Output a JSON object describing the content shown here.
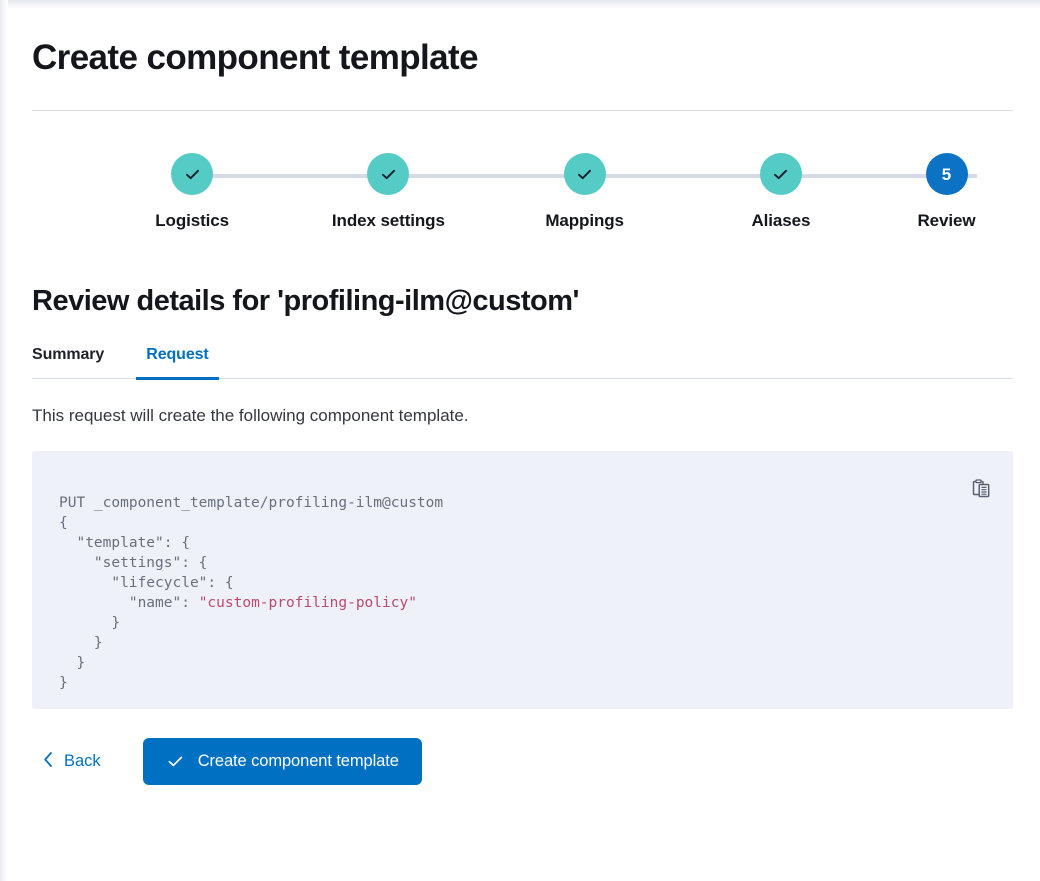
{
  "page": {
    "title": "Create component template",
    "section_title": "Review details for 'profiling-ilm@custom'",
    "description": "This request will create the following component template."
  },
  "stepper": {
    "steps": [
      {
        "label": "Logistics",
        "number": "1",
        "state": "complete",
        "icon": "check-icon"
      },
      {
        "label": "Index settings",
        "number": "2",
        "state": "complete",
        "icon": "check-icon"
      },
      {
        "label": "Mappings",
        "number": "3",
        "state": "complete",
        "icon": "check-icon"
      },
      {
        "label": "Aliases",
        "number": "4",
        "state": "complete",
        "icon": "check-icon"
      },
      {
        "label": "Review",
        "number": "5",
        "state": "current",
        "icon": ""
      }
    ]
  },
  "tabs": [
    {
      "label": "Summary",
      "active": false
    },
    {
      "label": "Request",
      "active": true
    }
  ],
  "code": {
    "method_line": "PUT _component_template/profiling-ilm@custom",
    "lines": [
      {
        "text": "PUT _component_template/profiling-ilm@custom"
      },
      {
        "text": "{"
      },
      {
        "text": "  \"template\": {"
      },
      {
        "text": "    \"settings\": {"
      },
      {
        "text": "      \"lifecycle\": {"
      },
      {
        "text": "        \"name\": ",
        "value": "\"custom-profiling-policy\""
      },
      {
        "text": "      }"
      },
      {
        "text": "    }"
      },
      {
        "text": "  }"
      },
      {
        "text": "}"
      }
    ],
    "full_text": "PUT _component_template/profiling-ilm@custom\n{\n  \"template\": {\n    \"settings\": {\n      \"lifecycle\": {\n        \"name\": \"custom-profiling-policy\"\n      }\n    }\n  }\n}",
    "copy_icon": "copy-clipboard-icon"
  },
  "footer": {
    "back_label": "Back",
    "back_icon": "chevron-left-icon",
    "submit_label": "Create component template",
    "submit_icon": "check-icon"
  },
  "colors": {
    "accent_blue": "#0071c2",
    "step_complete": "#54cbc4",
    "step_current": "#0b72c4",
    "code_bg": "#eef1f8",
    "code_text": "#69707d",
    "code_string": "#bd4a6e",
    "rule": "#d8dce6"
  }
}
